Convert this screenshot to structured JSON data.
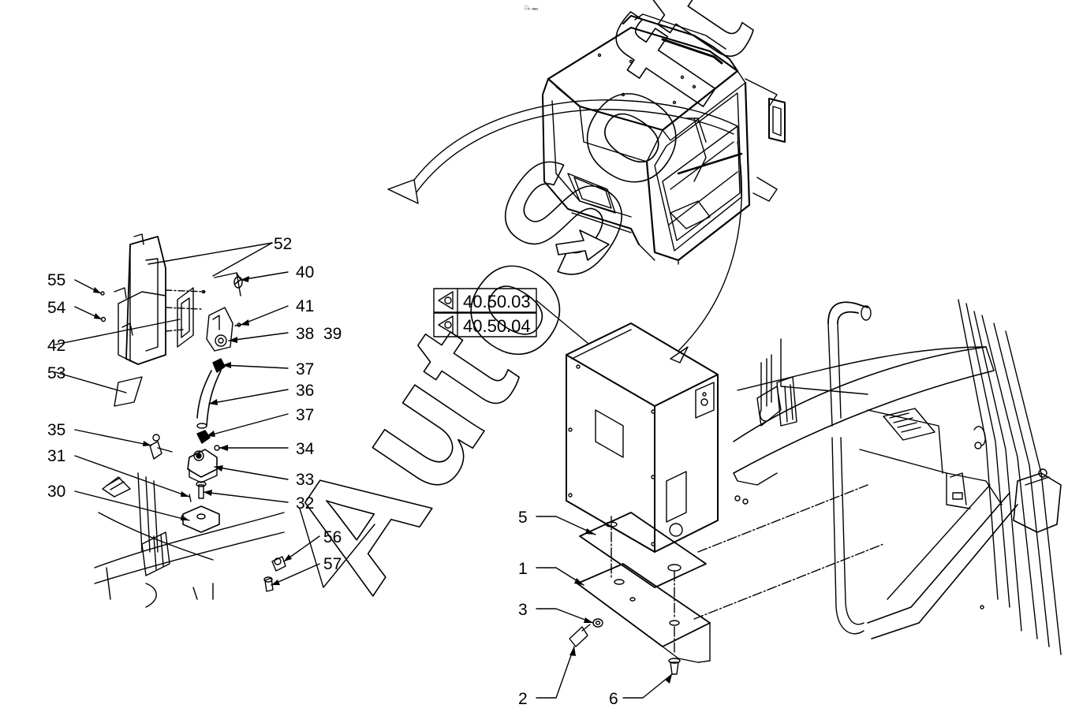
{
  "page_mark": "□₀ ₐₐₐ",
  "watermark": "AutoSoft",
  "reference_boxes": [
    "40.50.03",
    "40.50.04"
  ],
  "callouts": {
    "c52": "52",
    "c40": "40",
    "c55": "55",
    "c54": "54",
    "c41": "41",
    "c42": "42",
    "c38": "38",
    "c39": "39",
    "c37a": "37",
    "c53": "53",
    "c36": "36",
    "c37b": "37",
    "c35": "35",
    "c34": "34",
    "c31": "31",
    "c33": "33",
    "c30": "30",
    "c32": "32",
    "c56": "56",
    "c57": "57",
    "c5": "5",
    "c1": "1",
    "c3": "3",
    "c2": "2",
    "c6": "6"
  }
}
